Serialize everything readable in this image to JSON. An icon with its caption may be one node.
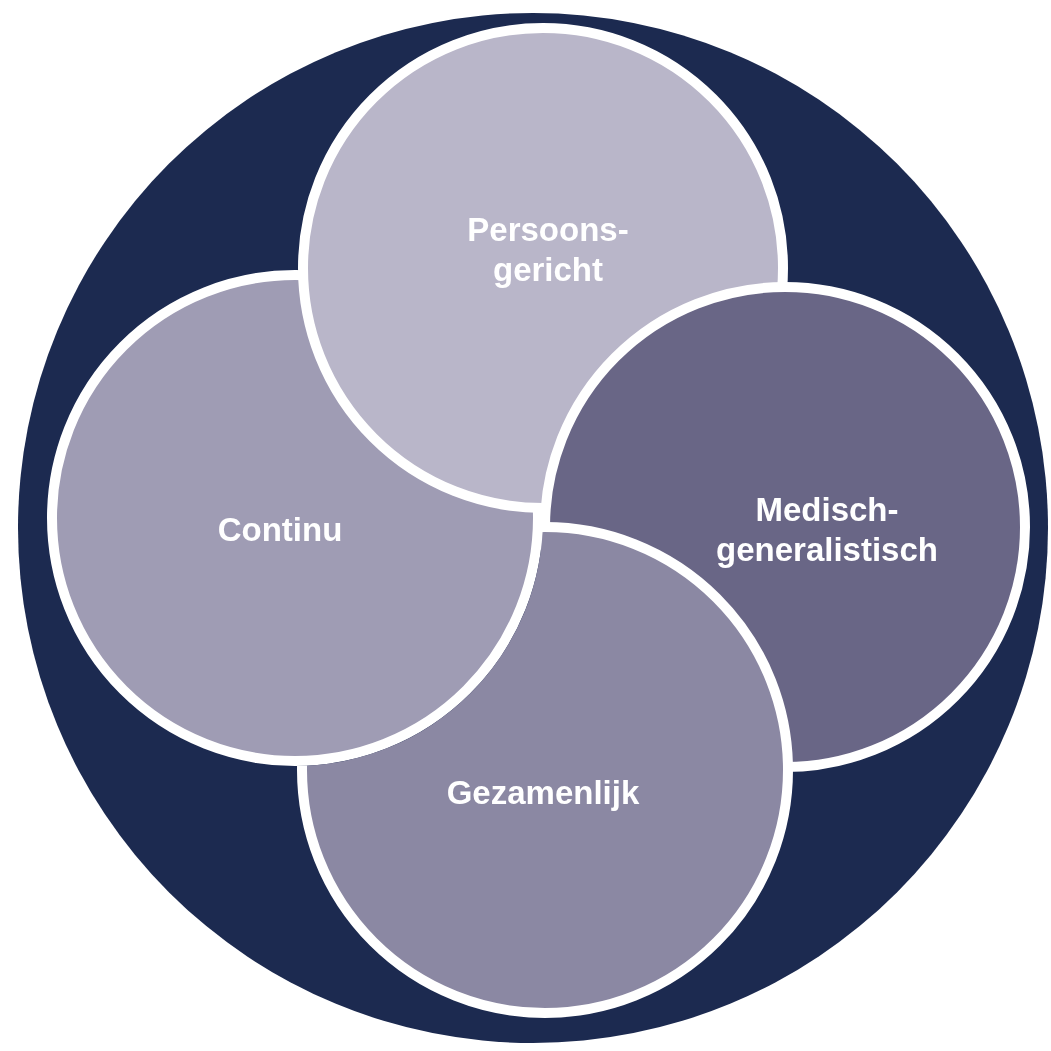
{
  "diagram": {
    "nodes": [
      {
        "text": [],
        "shape": "circle"
      },
      {
        "text": [
          "Persoons- gericht"
        ],
        "in": 0
      },
      {
        "text": [
          "Continu"
        ],
        "in": 0
      },
      {
        "text": [
          "Medisch- generalistisch"
        ],
        "in": 0
      },
      {
        "text": [
          "Gezamenlijk"
        ],
        "in": 0
      }
    ]
  }
}
